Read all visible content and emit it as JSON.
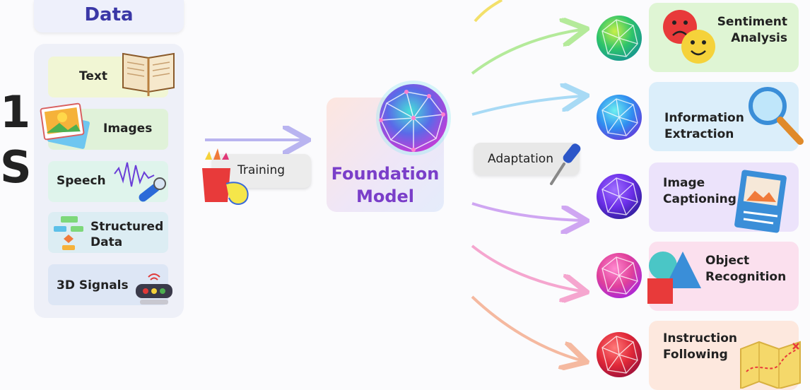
{
  "edge_text": [
    "1",
    "S"
  ],
  "data_panel": {
    "title": "Data",
    "items": [
      {
        "label": "Text",
        "icon": "book-icon"
      },
      {
        "label": "Images",
        "icon": "photo-icon"
      },
      {
        "label": "Speech",
        "icon": "microphone-icon"
      },
      {
        "label": "Structured\nData",
        "icon": "flowchart-icon"
      },
      {
        "label": "3D Signals",
        "icon": "sensor-icon"
      }
    ]
  },
  "training": {
    "label": "Training",
    "icon": "pencil-cup-icon"
  },
  "foundation_model": {
    "label": "Foundation Model",
    "icon": "network-sphere-icon",
    "color": "#7a3ec9"
  },
  "adaptation": {
    "label": "Adaptation",
    "icon": "screwdriver-icon"
  },
  "tasks": [
    {
      "label": "Sentiment Analysis",
      "icon": "emoji-faces-icon",
      "color": "#4caf50"
    },
    {
      "label": "Information Extraction",
      "icon": "magnifier-icon",
      "color": "#2196f3"
    },
    {
      "label": "Image Captioning",
      "icon": "picture-icon",
      "color": "#7b3fe4"
    },
    {
      "label": "Object Recognition",
      "icon": "shapes-icon",
      "color": "#e0409a"
    },
    {
      "label": "Instruction Following",
      "icon": "map-icon",
      "color": "#e53935"
    }
  ]
}
